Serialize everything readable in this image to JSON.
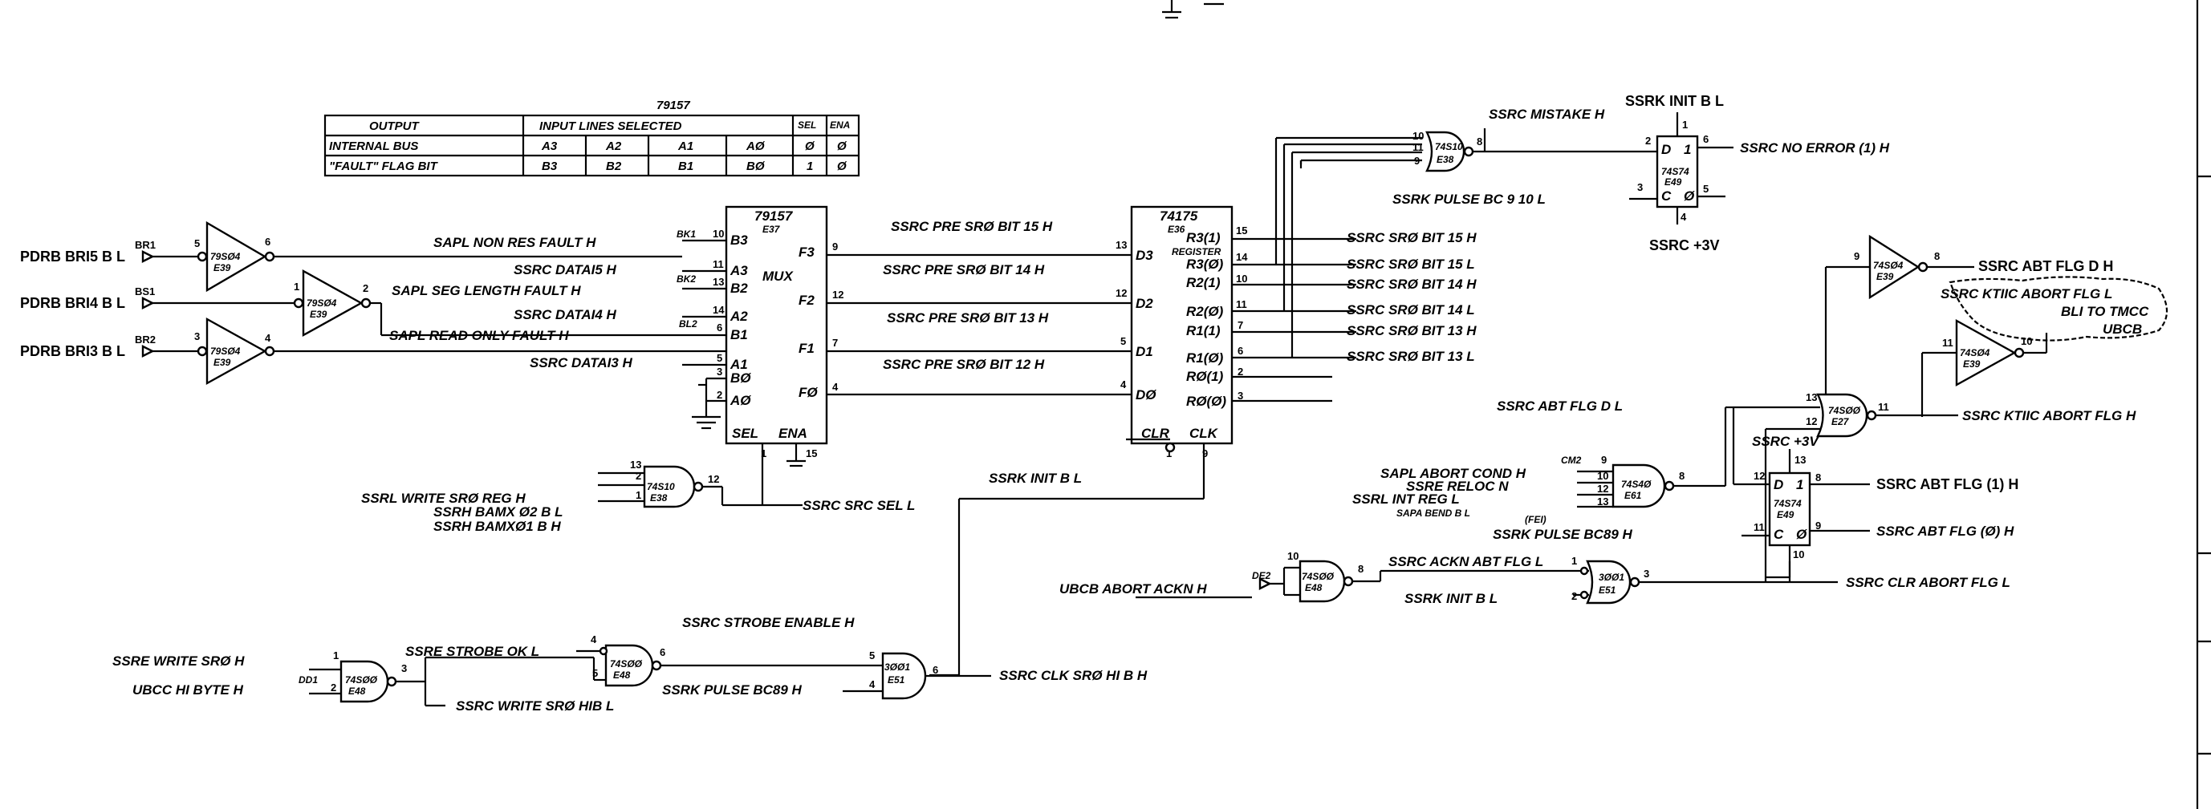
{
  "table": {
    "title": "79157",
    "headers": [
      "OUTPUT",
      "INPUT LINES SELECTED",
      "SEL",
      "ENA"
    ],
    "rows": [
      [
        "INTERNAL BUS",
        "A3",
        "A2",
        "A1",
        "AØ",
        "Ø",
        "Ø"
      ],
      [
        "\"FAULT\" FLAG BIT",
        "B3",
        "B2",
        "B1",
        "BØ",
        "1",
        "Ø"
      ]
    ]
  },
  "inputs": {
    "pdrb15": "PDRB BRI5 B L",
    "pdrb14": "PDRB BRI4 B L",
    "pdrb13": "PDRB BRI3 B L",
    "br1": "BR1",
    "bs1": "BS1",
    "br2": "BR2",
    "write_reg": "SSRL WRITE SRØ REG H",
    "bamx02": "SSRH BAMX Ø2 B L",
    "bamx01": "SSRH BAMXØ1 B H",
    "write_sr0": "SSRE WRITE SRØ H",
    "ubcc": "UBCC HI BYTE H",
    "ubcb_abort": "UBCB ABORT ACKN H",
    "abort_cond": "SAPL ABORT COND H",
    "reloc": "SSRE RELOC N",
    "int_reg": "SSRL INT REG L",
    "bend": "SAPA BEND B L"
  },
  "mux": {
    "part": "79157",
    "ref": "E37",
    "label": "MUX",
    "f3": "F3",
    "f2": "F2",
    "f1": "F1",
    "f0": "FØ",
    "b3": "B3",
    "a3": "A3",
    "b2": "B2",
    "a2": "A2",
    "b1": "B1",
    "a1": "A1",
    "b0": "BØ",
    "a0": "AØ",
    "sel": "SEL",
    "ena": "ENA"
  },
  "reg": {
    "part": "74175",
    "ref": "E36",
    "label": "REGISTER",
    "d3": "D3",
    "d2": "D2",
    "d1": "D1",
    "d0": "DØ",
    "r3h": "R3(1)",
    "r3l": "R3(Ø)",
    "r2h": "R2(1)",
    "r2l": "R2(Ø)",
    "r1h": "R1(1)",
    "r1l": "R1(Ø)",
    "r0h": "RØ(1)",
    "r0l": "RØ(Ø)",
    "clr": "CLR",
    "clk": "CLK"
  },
  "signals": {
    "non_res": "SAPL NON RES FAULT H",
    "datai5": "SSRC DATAI5 H",
    "seg_len": "SAPL SEG LENGTH FAULT H",
    "datai4": "SSRC DATAI4 H",
    "read_only": "SAPL READ ONLY FAULT H",
    "datai3": "SSRC DATAI3 H",
    "pre15": "SSRC PRE SRØ BIT 15 H",
    "pre14": "SSRC PRE SRØ BIT 14 H",
    "pre13": "SSRC PRE SRØ BIT 13 H",
    "pre12": "SSRC PRE SRØ BIT 12 H",
    "bit15h": "SSRC SRØ BIT 15 H",
    "bit15l": "SSRC SRØ BIT 15 L",
    "bit14h": "SSRC SRØ BIT 14 H",
    "bit14l": "SSRC SRØ BIT 14 L",
    "bit13h": "SSRC SRØ BIT 13 H",
    "bit13l": "SSRC SRØ BIT 13 L",
    "src_sel": "SSRC SRC SEL L",
    "init_b_l": "SSRK INIT B L",
    "strobe_ok": "SSRE STROBE OK L",
    "strobe_en": "SSRC STROBE ENABLE H",
    "write_hib": "SSRC WRITE SRØ HIB L",
    "pulse_bc89": "SSRK PULSE BC89 H",
    "clk_sr0": "SSRC CLK SRØ HI B H",
    "mistake": "SSRC MISTAKE H",
    "init_top": "SSRK INIT B L",
    "no_error": "SSRC NO ERROR (1) H",
    "pulse_bc910": "SSRK PULSE BC 9 10 L",
    "plus3v": "SSRC +3V",
    "abt_d_h": "SSRC ABT FLG D H",
    "kt11c": "SSRC KTIIC ABORT FLG L",
    "note1": "BLI TO TMCC",
    "note2": "UBCB",
    "abt_d_l": "SSRC ABT FLG D L",
    "kt11c_h": "SSRC KTIIC ABORT FLG H",
    "plus3v_b": "SSRC +3V",
    "abt1": "SSRC ABT FLG (1) H",
    "pulse_bc89b": "SSRK PULSE BC89 H",
    "abt0": "SSRC ABT FLG (Ø) H",
    "ackn": "SSRC ACKN ABT FLG L",
    "init_bl2": "SSRK INIT B L",
    "clr_abort": "SSRC CLR ABORT FLG L",
    "fe1": "(FEI)"
  },
  "refs": {
    "bk1": "BK1",
    "bk2": "BK2",
    "bl2": "BL2",
    "cm2": "CM2",
    "de2": "DE2",
    "dd1": "DD1"
  },
  "chips": {
    "u1": "79SØ4",
    "u1r": "E39",
    "u2": "79SØ4",
    "u2r": "E39",
    "u3": "79SØ4",
    "u3r": "E39",
    "u4": "74S10",
    "u4r": "E38",
    "u5": "74SØØ",
    "u5r": "E48",
    "u6": "74SØØ",
    "u6r": "E48",
    "u7": "3ØØ1",
    "u7r": "E51",
    "u8": "74S10",
    "u8r": "E38",
    "u9": "74S74",
    "u9r": "E49",
    "u10": "74SØ4",
    "u10r": "E39",
    "u11": "74SØ4",
    "u11r": "E39",
    "u12": "74SØØ",
    "u12r": "E27",
    "u13": "74S4Ø",
    "u13r": "E61",
    "u14": "74S74",
    "u14r": "E49",
    "u15": "74SØØ",
    "u15r": "E48",
    "u16": "3ØØ1",
    "u16r": "E51"
  }
}
